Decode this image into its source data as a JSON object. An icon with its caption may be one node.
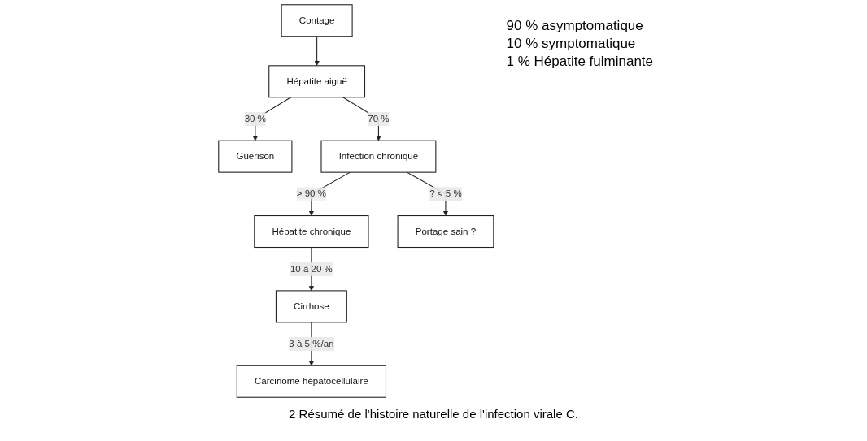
{
  "diagram": {
    "caption": "2 Résumé de l'histoire naturelle de l'infection virale C.",
    "nodes": [
      {
        "text": [
          "Contage"
        ]
      },
      {
        "text": [
          "Hépatite aiguë"
        ],
        "beside": [
          "90 % asymptomatique",
          "10 % symptomatique",
          "1 % Hépatite fulminante"
        ]
      },
      {
        "text": [
          "Guérison"
        ]
      },
      {
        "text": [
          "Infection chronique"
        ]
      },
      {
        "text": [
          "Hépatite chronique"
        ]
      },
      {
        "text": [
          "Cirrhose"
        ]
      },
      {
        "text": [
          "Carcinome hépatocellulaire"
        ]
      },
      {
        "text": [
          "Portage sain ?"
        ]
      }
    ],
    "edges": [
      {
        "from": 0,
        "to": 1,
        "arrow": "to"
      },
      {
        "from": 1,
        "to": 2,
        "arrow": "to",
        "label": "30 %"
      },
      {
        "from": 1,
        "to": 3,
        "arrow": "to",
        "label": "70 %"
      },
      {
        "from": 3,
        "to": 4,
        "arrow": "to",
        "label": "> 90 %"
      },
      {
        "from": 3,
        "to": 7,
        "arrow": "to",
        "label": "? < 5 %"
      },
      {
        "from": 4,
        "to": 5,
        "arrow": "to",
        "label": "10 à 20 %"
      },
      {
        "from": 5,
        "to": 6,
        "arrow": "to",
        "label": "3 à 5 %/an"
      }
    ]
  }
}
